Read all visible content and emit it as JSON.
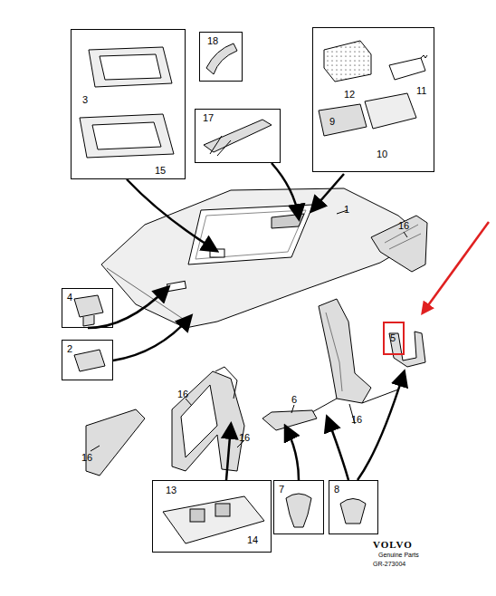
{
  "diagram": {
    "nodes": [
      {
        "text": [
          "15",
          "3"
        ]
      },
      {
        "text": [
          "18"
        ]
      },
      {
        "text": [
          "17"
        ]
      },
      {
        "text": [
          "11",
          "12",
          "9",
          "10"
        ]
      },
      {
        "text": [
          "4"
        ]
      },
      {
        "text": [
          "2"
        ]
      },
      {
        "text": [
          "5"
        ]
      },
      {
        "text": [
          "13",
          "14"
        ]
      },
      {
        "text": [
          "7"
        ]
      },
      {
        "text": [
          "8"
        ]
      }
    ],
    "labels": [
      "1",
      "16",
      "16",
      "16",
      "16",
      "16",
      "6",
      "VOLVO",
      "Genuine Parts",
      "GR-273004"
    ]
  }
}
